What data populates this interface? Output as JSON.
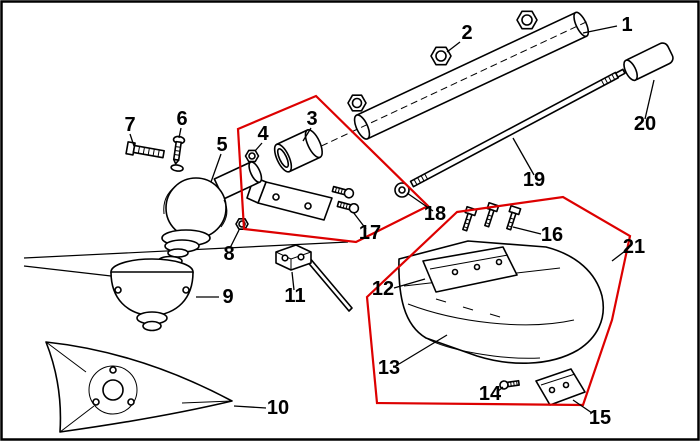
{
  "figure": {
    "callouts": [
      "1",
      "2",
      "3",
      "4",
      "5",
      "6",
      "7",
      "8",
      "9",
      "10",
      "11",
      "12",
      "13",
      "14",
      "15",
      "16",
      "17",
      "18",
      "19",
      "20",
      "21"
    ]
  },
  "colors": {
    "ink": "#000000",
    "paper": "#ffffff",
    "highlight": "#dd0000"
  }
}
